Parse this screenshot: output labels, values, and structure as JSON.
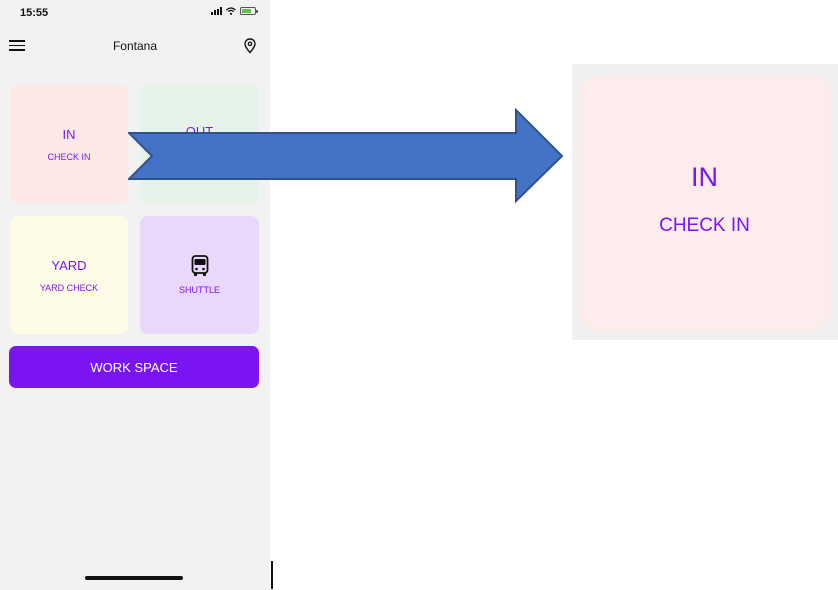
{
  "status_bar": {
    "time": "15:55"
  },
  "nav": {
    "title": "Fontana"
  },
  "tiles": {
    "in": {
      "title": "IN",
      "subtitle": "CHECK IN"
    },
    "out": {
      "title": "OUT"
    },
    "yard": {
      "title": "YARD",
      "subtitle": "YARD CHECK"
    },
    "shuttle": {
      "subtitle": "SHUTTLE",
      "icon": "bus-icon"
    }
  },
  "work_space": {
    "label": "WORK SPACE"
  },
  "zoom": {
    "title": "IN",
    "subtitle": "CHECK IN"
  },
  "colors": {
    "accent": "#7a15f2",
    "tile_in": "#fde8e8",
    "tile_out": "#e6f3e8",
    "tile_yard": "#fefbe6",
    "tile_shuttle": "#e9d8fb",
    "arrow": "#4472c4"
  }
}
